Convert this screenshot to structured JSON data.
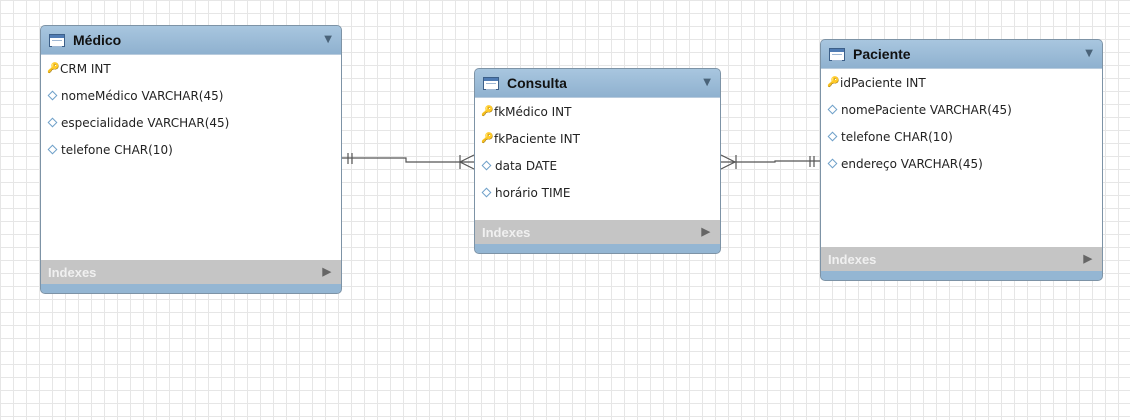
{
  "entities": {
    "medico": {
      "title": "Médico",
      "columns": [
        {
          "label": "CRM INT",
          "key": "pk"
        },
        {
          "label": "nomeMédico VARCHAR(45)",
          "key": "none"
        },
        {
          "label": "especialidade VARCHAR(45)",
          "key": "none"
        },
        {
          "label": "telefone CHAR(10)",
          "key": "none"
        }
      ],
      "indexes_label": "Indexes"
    },
    "consulta": {
      "title": "Consulta",
      "columns": [
        {
          "label": "fkMédico INT",
          "key": "fk"
        },
        {
          "label": "fkPaciente INT",
          "key": "fk"
        },
        {
          "label": "data DATE",
          "key": "none"
        },
        {
          "label": "horário TIME",
          "key": "none"
        }
      ],
      "indexes_label": "Indexes"
    },
    "paciente": {
      "title": "Paciente",
      "columns": [
        {
          "label": "idPaciente INT",
          "key": "pk"
        },
        {
          "label": "nomePaciente VARCHAR(45)",
          "key": "none"
        },
        {
          "label": "telefone CHAR(10)",
          "key": "none"
        },
        {
          "label": "endereço VARCHAR(45)",
          "key": "none"
        }
      ],
      "indexes_label": "Indexes"
    }
  },
  "relationships": [
    {
      "from": "Médico",
      "to": "Consulta",
      "cardinality": "one-to-many"
    },
    {
      "from": "Paciente",
      "to": "Consulta",
      "cardinality": "one-to-many"
    }
  ],
  "colors": {
    "header": "#94b6d3",
    "indexes_bar": "#c5c5c5",
    "pk_key": "#e7c020",
    "fk_key": "#d24b3b",
    "connector": "#555555"
  },
  "icons": {
    "table": "table-icon",
    "primary_key": "key-icon",
    "foreign_key": "key-icon",
    "column": "diamond-icon",
    "collapse": "chevron-down-icon",
    "expand": "chevron-right-icon"
  }
}
